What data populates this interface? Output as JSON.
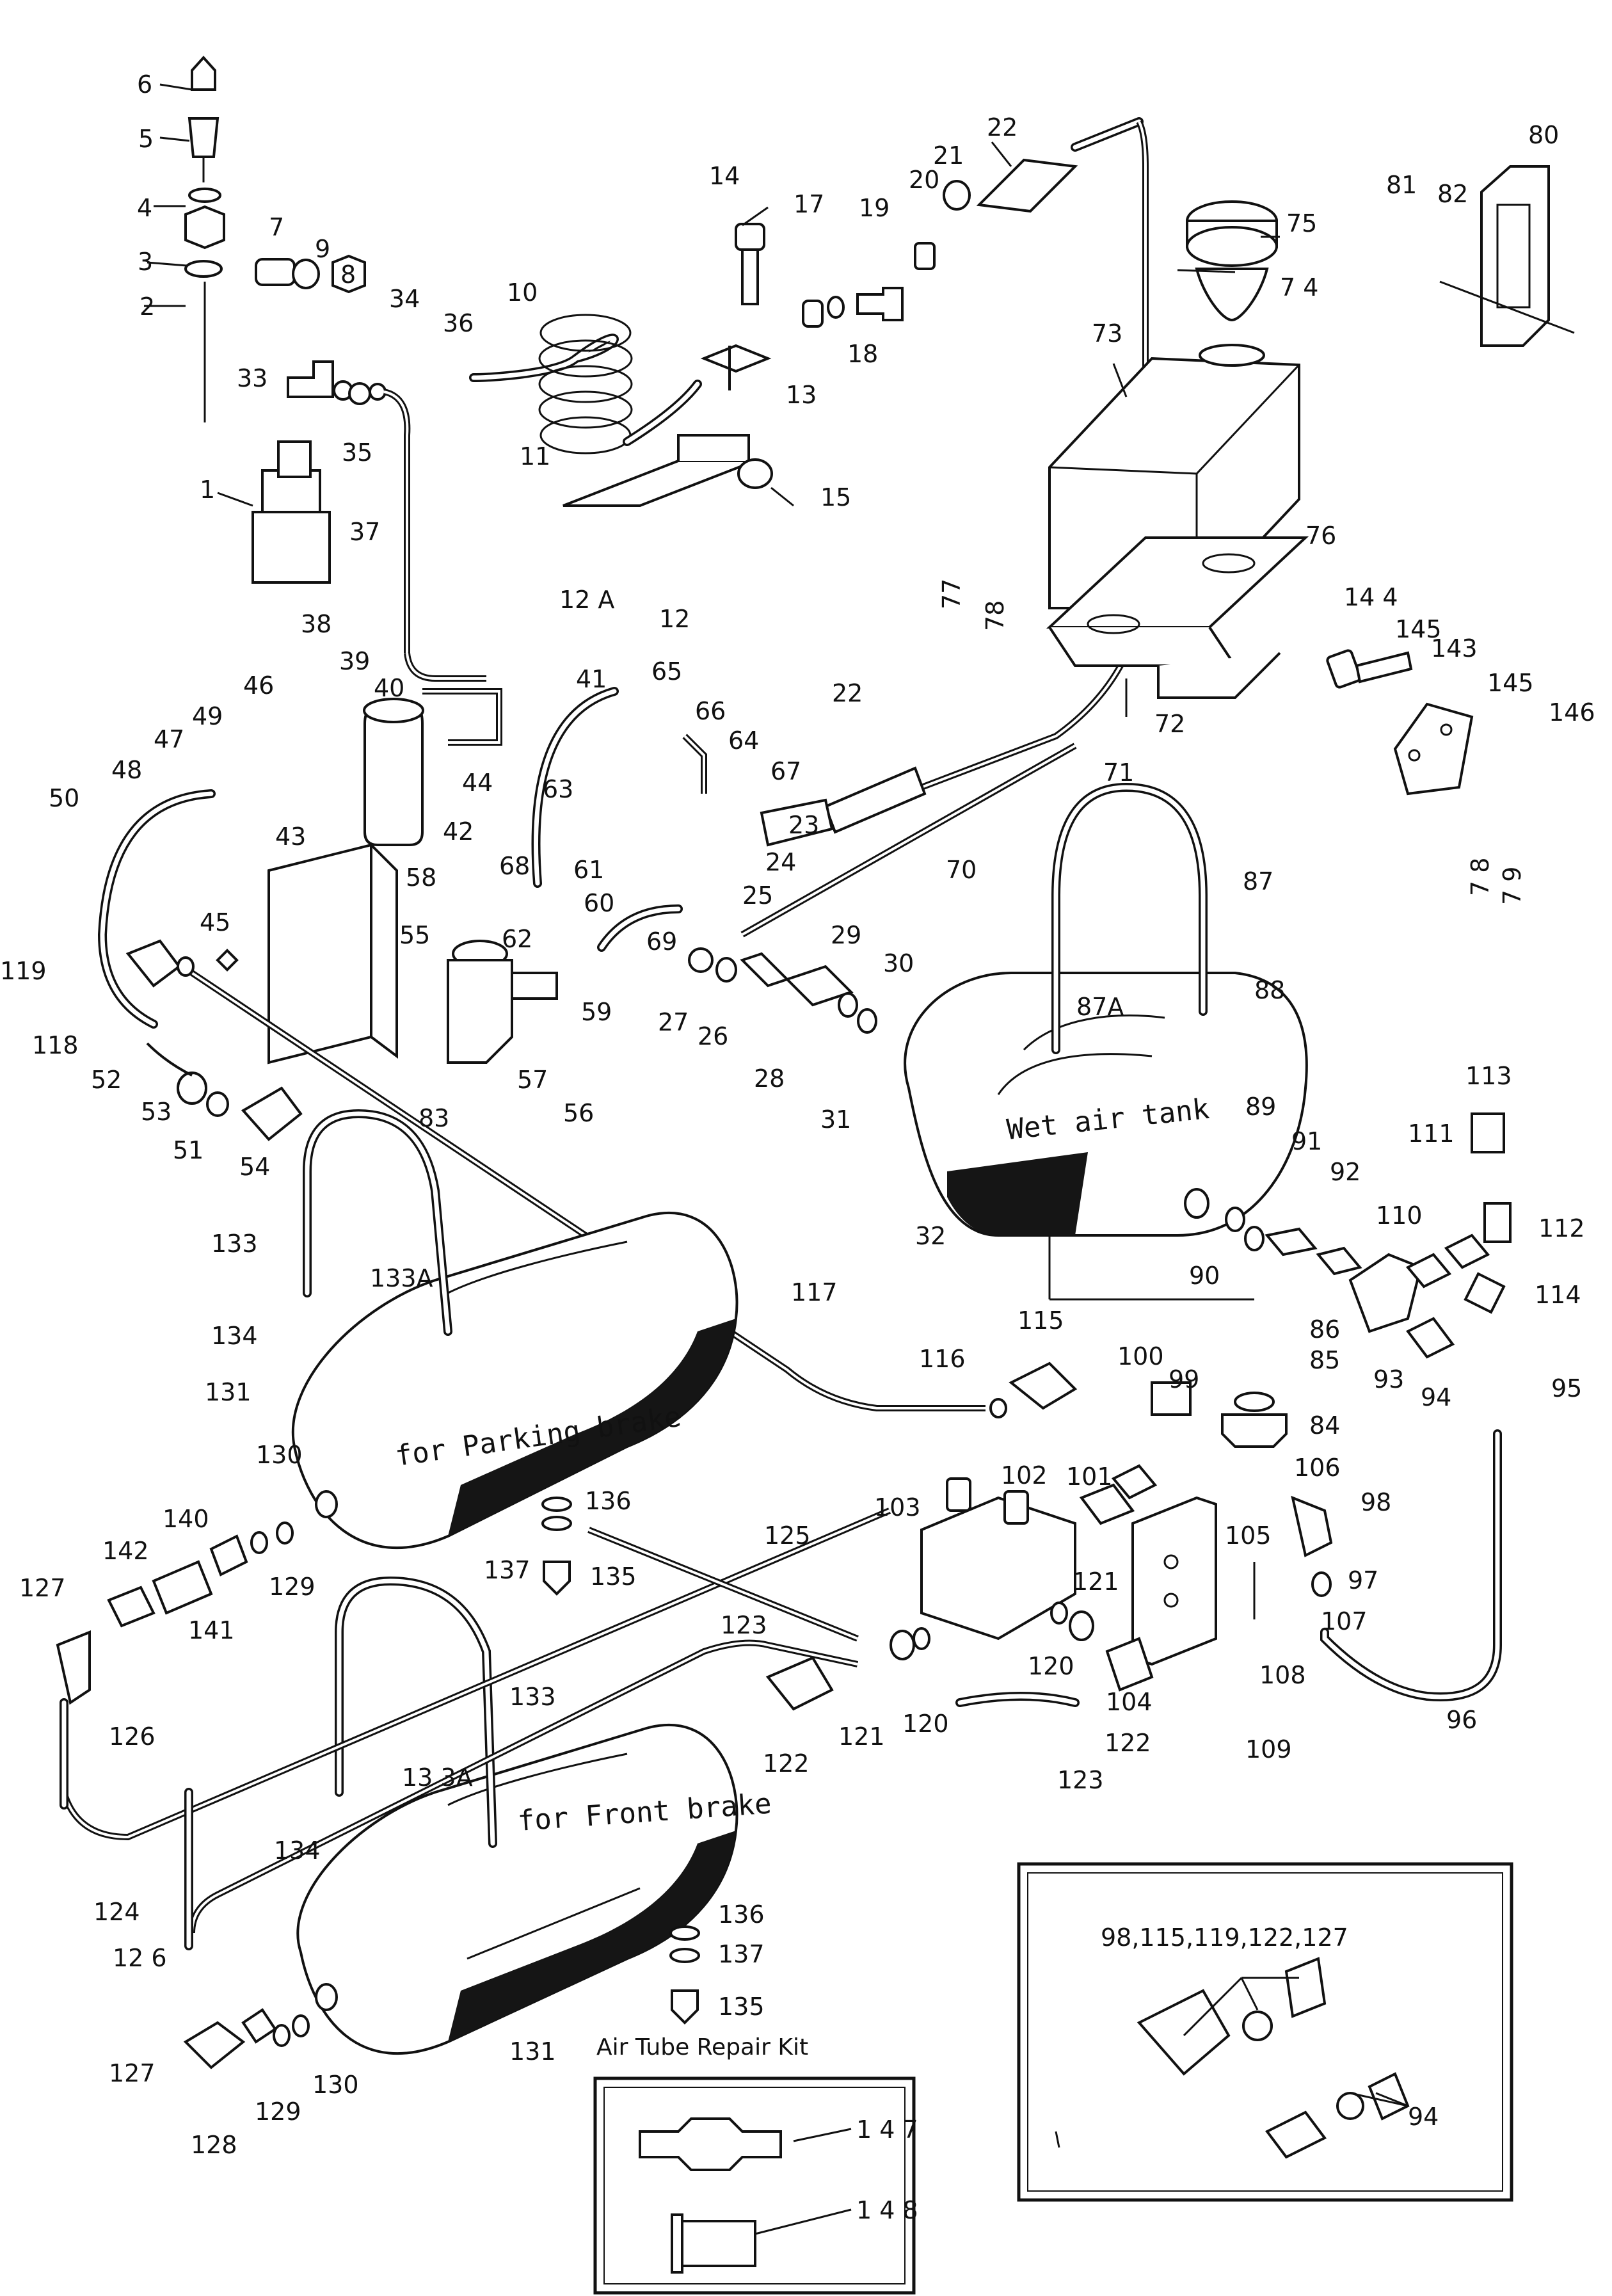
{
  "captions": {
    "wet_tank": "Wet air tank",
    "parking_tank": "for Parking brake",
    "front_tank": "for Front brake",
    "repair_kit": "Air Tube Repair Kit",
    "inset_top": "98,115,119,122,127",
    "inset_bottom": "94"
  },
  "callouts": [
    {
      "id": "1",
      "text": "1"
    },
    {
      "id": "2",
      "text": "2"
    },
    {
      "id": "3",
      "text": "3"
    },
    {
      "id": "4",
      "text": "4"
    },
    {
      "id": "5",
      "text": "5"
    },
    {
      "id": "6",
      "text": "6"
    },
    {
      "id": "7",
      "text": "7"
    },
    {
      "id": "8",
      "text": "8"
    },
    {
      "id": "9",
      "text": "9"
    },
    {
      "id": "10",
      "text": "10"
    },
    {
      "id": "11",
      "text": "11"
    },
    {
      "id": "12",
      "text": "12"
    },
    {
      "id": "12A",
      "text": "12 A"
    },
    {
      "id": "13",
      "text": "13"
    },
    {
      "id": "14",
      "text": "14"
    },
    {
      "id": "15",
      "text": "15"
    },
    {
      "id": "17",
      "text": "17"
    },
    {
      "id": "18",
      "text": "18"
    },
    {
      "id": "19",
      "text": "19"
    },
    {
      "id": "20",
      "text": "20"
    },
    {
      "id": "21",
      "text": "21"
    },
    {
      "id": "22a",
      "text": "22"
    },
    {
      "id": "22b",
      "text": "22"
    },
    {
      "id": "23",
      "text": "23"
    },
    {
      "id": "24",
      "text": "24"
    },
    {
      "id": "25",
      "text": "25"
    },
    {
      "id": "26",
      "text": "26"
    },
    {
      "id": "27",
      "text": "27"
    },
    {
      "id": "28",
      "text": "28"
    },
    {
      "id": "29",
      "text": "29"
    },
    {
      "id": "30",
      "text": "30"
    },
    {
      "id": "31",
      "text": "31"
    },
    {
      "id": "32",
      "text": "32"
    },
    {
      "id": "33",
      "text": "33"
    },
    {
      "id": "34",
      "text": "34"
    },
    {
      "id": "35",
      "text": "35"
    },
    {
      "id": "36",
      "text": "36"
    },
    {
      "id": "37",
      "text": "37"
    },
    {
      "id": "38",
      "text": "38"
    },
    {
      "id": "39",
      "text": "39"
    },
    {
      "id": "40",
      "text": "40"
    },
    {
      "id": "41",
      "text": "41"
    },
    {
      "id": "42",
      "text": "42"
    },
    {
      "id": "43",
      "text": "43"
    },
    {
      "id": "44",
      "text": "44"
    },
    {
      "id": "45",
      "text": "45"
    },
    {
      "id": "46",
      "text": "46"
    },
    {
      "id": "47",
      "text": "47"
    },
    {
      "id": "48",
      "text": "48"
    },
    {
      "id": "49",
      "text": "49"
    },
    {
      "id": "50",
      "text": "50"
    },
    {
      "id": "51",
      "text": "51"
    },
    {
      "id": "52",
      "text": "52"
    },
    {
      "id": "53",
      "text": "53"
    },
    {
      "id": "54",
      "text": "54"
    },
    {
      "id": "55",
      "text": "55"
    },
    {
      "id": "56",
      "text": "56"
    },
    {
      "id": "57",
      "text": "57"
    },
    {
      "id": "58",
      "text": "58"
    },
    {
      "id": "59",
      "text": "59"
    },
    {
      "id": "60",
      "text": "60"
    },
    {
      "id": "61",
      "text": "61"
    },
    {
      "id": "62",
      "text": "62"
    },
    {
      "id": "63",
      "text": "63"
    },
    {
      "id": "64",
      "text": "64"
    },
    {
      "id": "65",
      "text": "65"
    },
    {
      "id": "66",
      "text": "66"
    },
    {
      "id": "67",
      "text": "67"
    },
    {
      "id": "68",
      "text": "68"
    },
    {
      "id": "69",
      "text": "69"
    },
    {
      "id": "70",
      "text": "70"
    },
    {
      "id": "71",
      "text": "71"
    },
    {
      "id": "72",
      "text": "72"
    },
    {
      "id": "73",
      "text": "73"
    },
    {
      "id": "74",
      "text": "7 4"
    },
    {
      "id": "75",
      "text": "75"
    },
    {
      "id": "76",
      "text": "76"
    },
    {
      "id": "77",
      "text": "77"
    },
    {
      "id": "78a",
      "text": "78"
    },
    {
      "id": "78b",
      "text": "7 8"
    },
    {
      "id": "79",
      "text": "7 9"
    },
    {
      "id": "80",
      "text": "80"
    },
    {
      "id": "81",
      "text": "81"
    },
    {
      "id": "82",
      "text": "82"
    },
    {
      "id": "83",
      "text": "83"
    },
    {
      "id": "84",
      "text": "84"
    },
    {
      "id": "85",
      "text": "85"
    },
    {
      "id": "86",
      "text": "86"
    },
    {
      "id": "87",
      "text": "87"
    },
    {
      "id": "87A",
      "text": "87A"
    },
    {
      "id": "88",
      "text": "88"
    },
    {
      "id": "89",
      "text": "89"
    },
    {
      "id": "90",
      "text": "90"
    },
    {
      "id": "91",
      "text": "91"
    },
    {
      "id": "92",
      "text": "92"
    },
    {
      "id": "93",
      "text": "93"
    },
    {
      "id": "94",
      "text": "94"
    },
    {
      "id": "95",
      "text": "95"
    },
    {
      "id": "96",
      "text": "96"
    },
    {
      "id": "97",
      "text": "97"
    },
    {
      "id": "98",
      "text": "98"
    },
    {
      "id": "99",
      "text": "99"
    },
    {
      "id": "100",
      "text": "100"
    },
    {
      "id": "101",
      "text": "101"
    },
    {
      "id": "102",
      "text": "102"
    },
    {
      "id": "103",
      "text": "103"
    },
    {
      "id": "104",
      "text": "104"
    },
    {
      "id": "105",
      "text": "105"
    },
    {
      "id": "106",
      "text": "106"
    },
    {
      "id": "107",
      "text": "107"
    },
    {
      "id": "108",
      "text": "108"
    },
    {
      "id": "109",
      "text": "109"
    },
    {
      "id": "110",
      "text": "110"
    },
    {
      "id": "111",
      "text": "111"
    },
    {
      "id": "112",
      "text": "112"
    },
    {
      "id": "113",
      "text": "113"
    },
    {
      "id": "114",
      "text": "114"
    },
    {
      "id": "115",
      "text": "115"
    },
    {
      "id": "116",
      "text": "116"
    },
    {
      "id": "117",
      "text": "117"
    },
    {
      "id": "118",
      "text": "118"
    },
    {
      "id": "119",
      "text": "119"
    },
    {
      "id": "120a",
      "text": "120"
    },
    {
      "id": "120b",
      "text": "120"
    },
    {
      "id": "121a",
      "text": "121"
    },
    {
      "id": "121b",
      "text": "121"
    },
    {
      "id": "122a",
      "text": "122"
    },
    {
      "id": "122b",
      "text": "122"
    },
    {
      "id": "123a",
      "text": "123"
    },
    {
      "id": "123b",
      "text": "123"
    },
    {
      "id": "124",
      "text": "124"
    },
    {
      "id": "125",
      "text": "125"
    },
    {
      "id": "126a",
      "text": "126"
    },
    {
      "id": "126b",
      "text": "12 6"
    },
    {
      "id": "127a",
      "text": "127"
    },
    {
      "id": "127b",
      "text": "127"
    },
    {
      "id": "128",
      "text": "128"
    },
    {
      "id": "129a",
      "text": "129"
    },
    {
      "id": "129b",
      "text": "129"
    },
    {
      "id": "130a",
      "text": "130"
    },
    {
      "id": "130b",
      "text": "130"
    },
    {
      "id": "131a",
      "text": "131"
    },
    {
      "id": "131b",
      "text": "131"
    },
    {
      "id": "133a",
      "text": "133"
    },
    {
      "id": "133b",
      "text": "133"
    },
    {
      "id": "133Aa",
      "text": "133A"
    },
    {
      "id": "133Ab",
      "text": "13 3A"
    },
    {
      "id": "134a",
      "text": "134"
    },
    {
      "id": "134b",
      "text": "134"
    },
    {
      "id": "135a",
      "text": "135"
    },
    {
      "id": "135b",
      "text": "135"
    },
    {
      "id": "136a",
      "text": "136"
    },
    {
      "id": "136b",
      "text": "136"
    },
    {
      "id": "137a",
      "text": "137"
    },
    {
      "id": "137b",
      "text": "137"
    },
    {
      "id": "140",
      "text": "140"
    },
    {
      "id": "141",
      "text": "141"
    },
    {
      "id": "142",
      "text": "142"
    },
    {
      "id": "143",
      "text": "143"
    },
    {
      "id": "144",
      "text": "14 4"
    },
    {
      "id": "145a",
      "text": "145"
    },
    {
      "id": "145b",
      "text": "145"
    },
    {
      "id": "146",
      "text": "146"
    },
    {
      "id": "147",
      "text": "1 4 7"
    },
    {
      "id": "148",
      "text": "1 4 8"
    }
  ]
}
